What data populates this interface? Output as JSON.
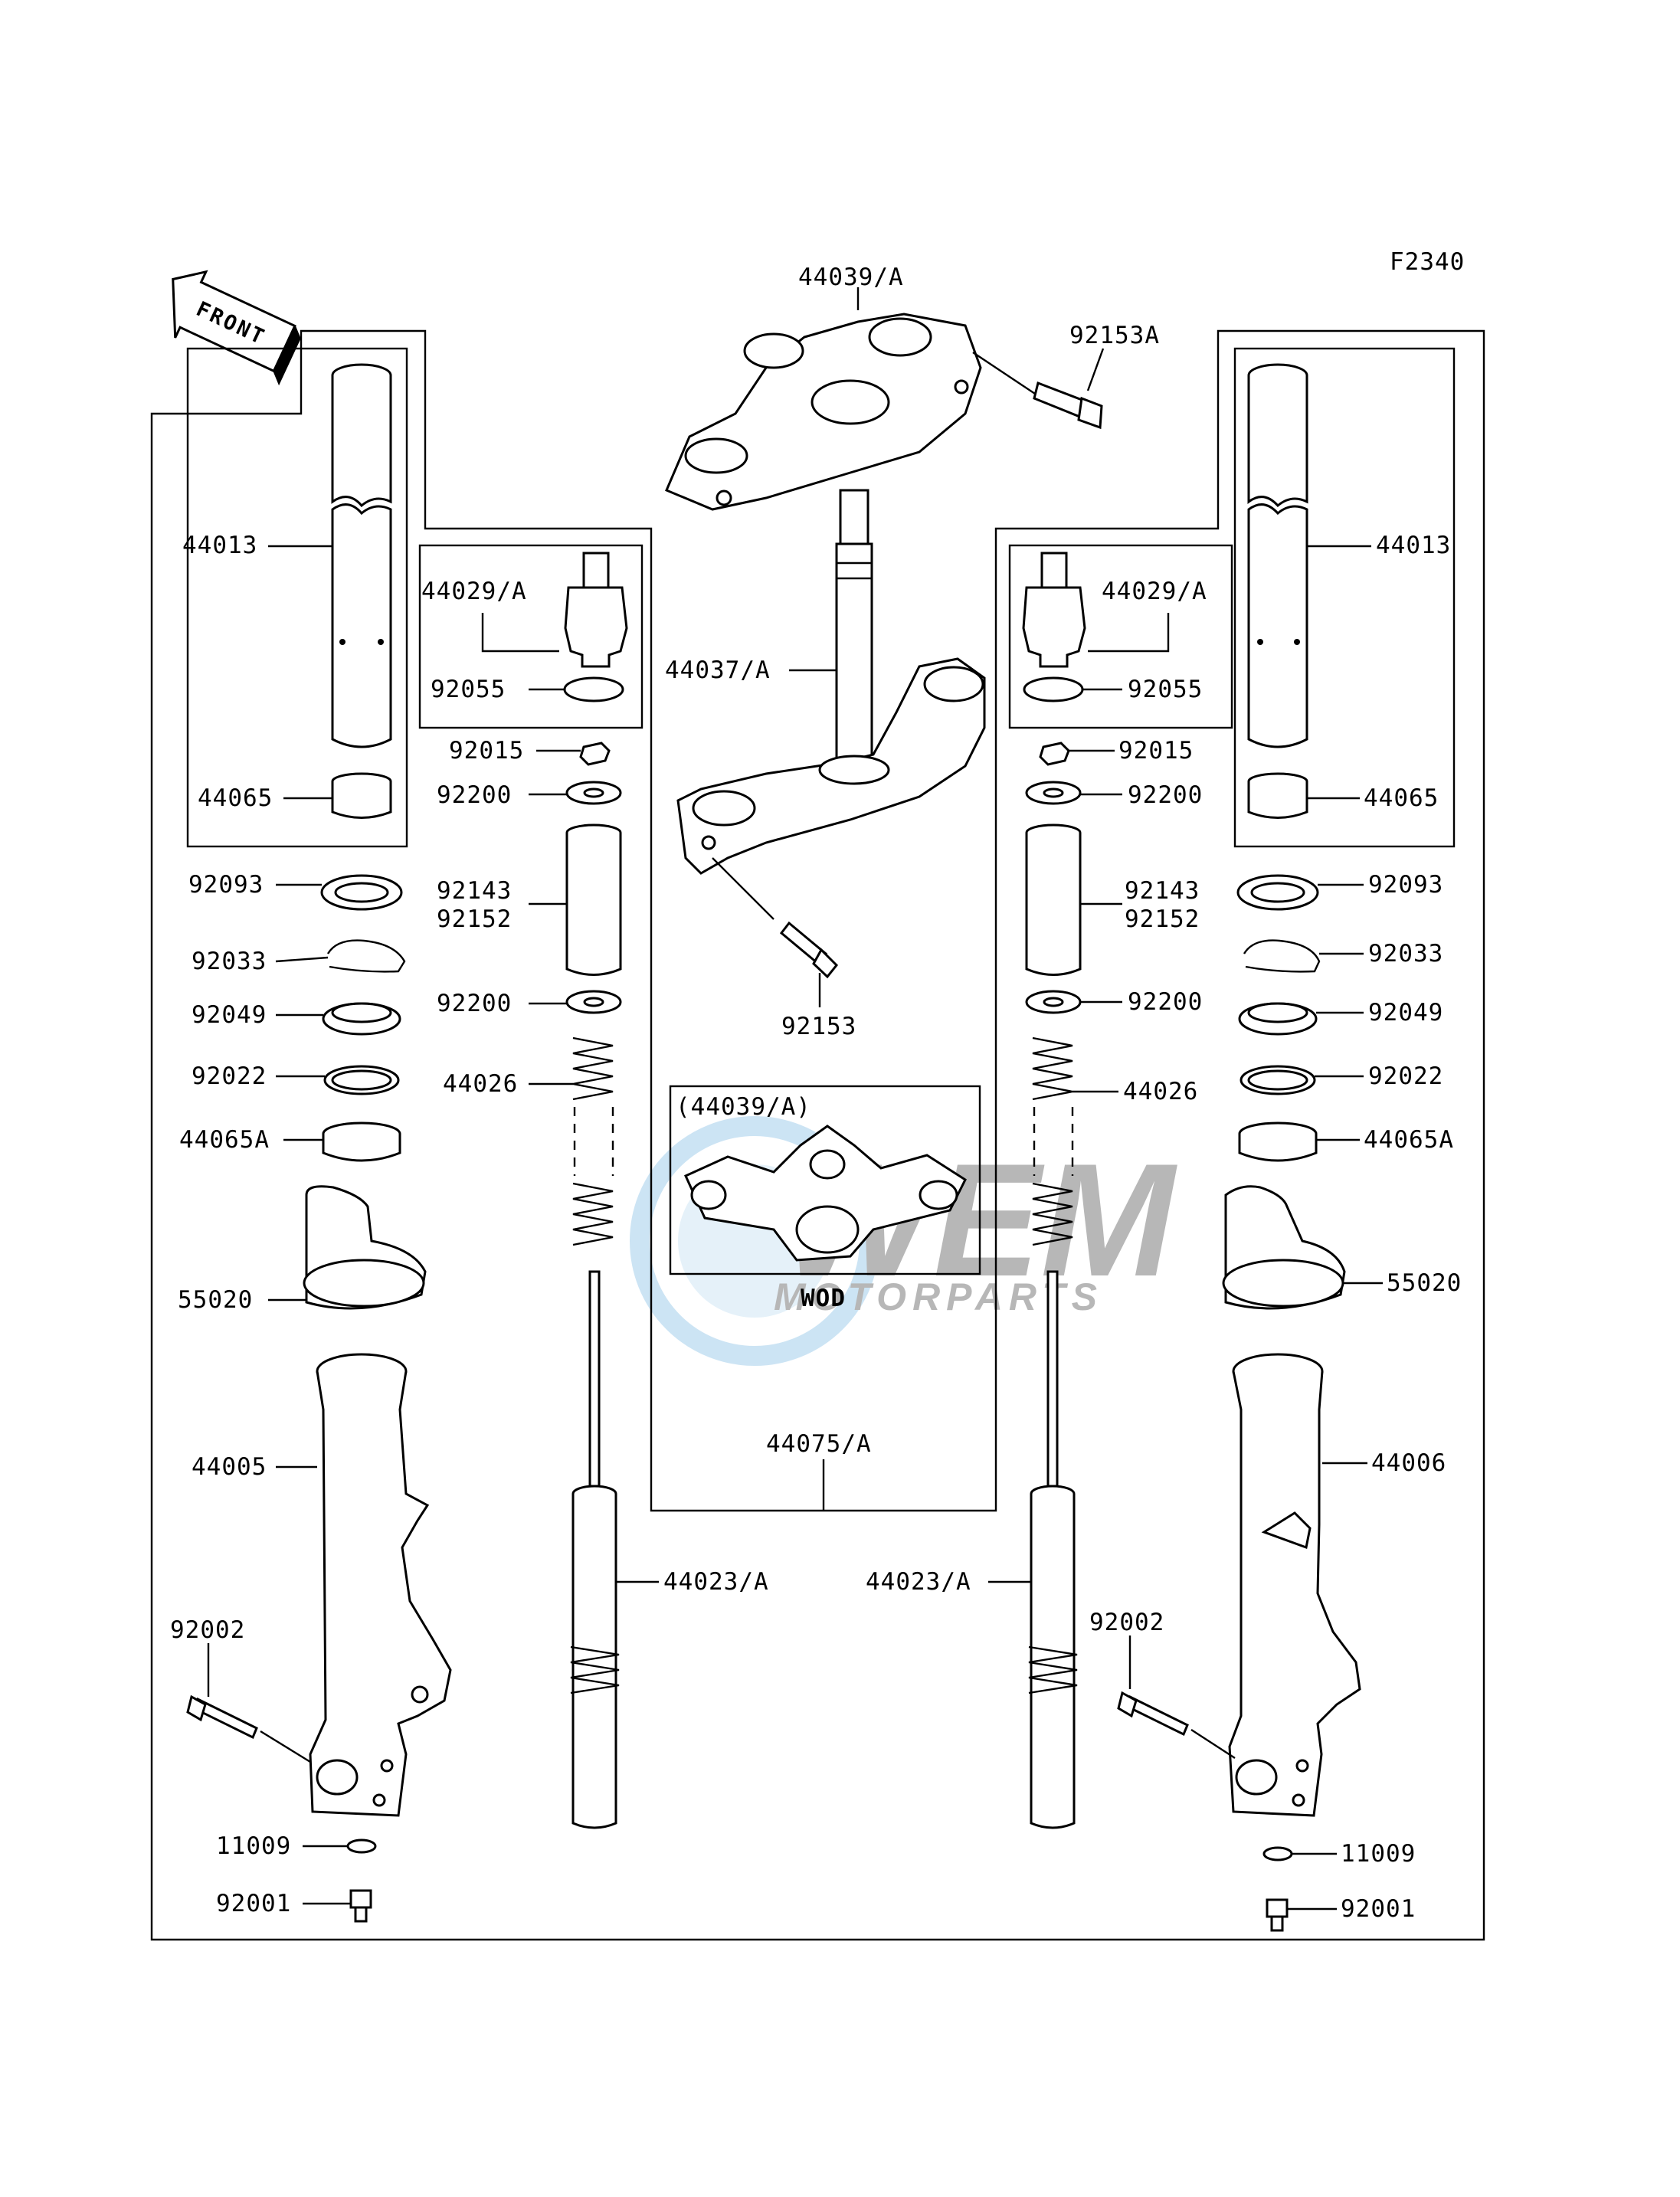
{
  "diagram": {
    "code": "F2340",
    "front_label": "FRONT",
    "inset_title": "(44039/A)",
    "inset_variant": "WOD",
    "colors": {
      "line": "#000000",
      "background": "#ffffff",
      "watermark": "#4a9fd8"
    }
  },
  "labels": {
    "upper_bracket": "44039/A",
    "upper_bolt": "92153A",
    "fork_tube_l": "44013",
    "fork_tube_r": "44013",
    "cap_l": "44029/A",
    "cap_r": "44029/A",
    "oring_l": "92055",
    "oring_r": "92055",
    "stem": "44037/A",
    "nut_l": "92015",
    "nut_r": "92015",
    "washer_top_l": "92200",
    "washer_top_r": "92200",
    "bush_top_l": "44065",
    "bush_top_r": "44065",
    "dust_seal_l": "92093",
    "dust_seal_r": "92093",
    "spacer_a_l": "92143",
    "spacer_b_l": "92152",
    "spacer_a_r": "92143",
    "spacer_b_r": "92152",
    "ring_l": "92033",
    "ring_r": "92033",
    "lower_bolt": "92153",
    "oil_seal_l": "92049",
    "oil_seal_r": "92049",
    "washer_bot_l": "92200",
    "washer_bot_r": "92200",
    "washer2_l": "92022",
    "washer2_r": "92022",
    "spring_l": "44026",
    "spring_r": "44026",
    "bush_bot_l": "44065A",
    "bush_bot_r": "44065A",
    "guard_l": "55020",
    "guard_r": "55020",
    "assy": "44075/A",
    "outer_l": "44005",
    "outer_r": "44006",
    "cylinder_l": "44023/A",
    "cylinder_r": "44023/A",
    "axle_bolt_l": "92002",
    "axle_bolt_r": "92002",
    "gasket_l": "11009",
    "gasket_r": "11009",
    "drain_bolt_l": "92001",
    "drain_bolt_r": "92001"
  },
  "watermark": {
    "brand": "WEM",
    "tagline": "MOTORPARTS"
  }
}
